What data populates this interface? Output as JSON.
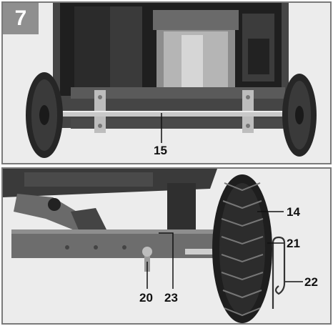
{
  "figure": {
    "step_number": "7",
    "callouts": {
      "axle": "15",
      "wheel": "14",
      "part_21": "21",
      "cotter_pin": "22",
      "bolt": "20",
      "part_23": "23"
    }
  },
  "colors": {
    "frame_border": "#7a7a7a",
    "badge_background": "#8f8f8f",
    "photo_background": "#ececec",
    "machine_dark": "#2f2f2f",
    "metal_light": "#c9c9c9"
  }
}
